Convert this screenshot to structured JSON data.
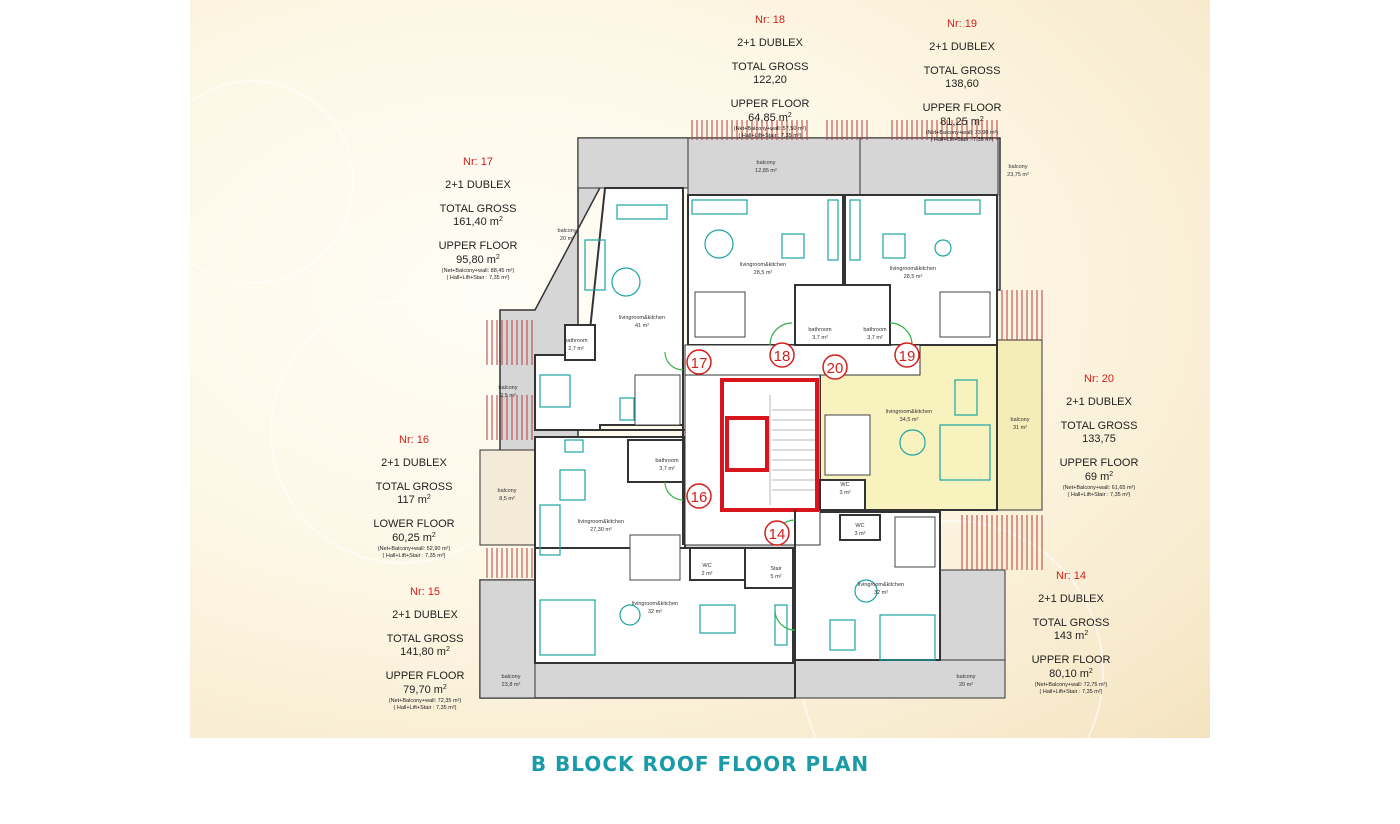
{
  "title": "B BLOCK ROOF FLOOR PLAN",
  "units": [
    {
      "key": "u18",
      "nr": "Nr: 18",
      "type": "2+1 DUBLEX",
      "total_label": "TOTAL  GROSS",
      "total": "122,20",
      "floor_label": "UPPER FLOOR",
      "floor_area": "64,85 m",
      "note1": "(Net+Balcony+wall: 57,50 m²)",
      "note2": "( Hall+Lift+Stair : 7,35 m²)"
    },
    {
      "key": "u19",
      "nr": "Nr: 19",
      "type": "2+1 DUBLEX",
      "total_label": "TOTAL  GROSS",
      "total": "138,60",
      "floor_label": "UPPER FLOOR",
      "floor_area": "81,25 m",
      "note1": "(Net+Balcony+wall: 73,90 m²)",
      "note2": "( Hall+Lift+Stair : 7,35 m²)"
    },
    {
      "key": "u17",
      "nr": "Nr: 17",
      "type": "2+1 DUBLEX",
      "total_label": "TOTAL  GROSS",
      "total": "161,40 m",
      "floor_label": "UPPER FLOOR",
      "floor_area": "95,80 m",
      "note1": "(Net+Balcony+wall: 88,45 m²)",
      "note2": "( Hall+Lift+Stair : 7,35 m²)"
    },
    {
      "key": "u20",
      "nr": "Nr: 20",
      "type": "2+1 DUBLEX",
      "total_label": "TOTAL  GROSS",
      "total": "133,75",
      "floor_label": "UPPER FLOOR",
      "floor_area": "69  m",
      "note1": "(Net+Balcony+wall: 61,65 m²)",
      "note2": "( Hall+Lift+Stair : 7,35 m²)"
    },
    {
      "key": "u16",
      "nr": "Nr: 16",
      "type": "2+1 DUBLEX",
      "total_label": "TOTAL  GROSS",
      "total": "117  m",
      "floor_label": "LOWER FLOOR",
      "floor_area": "60,25 m",
      "note1": "(Net+Balcony+wall: 52,90 m²)",
      "note2": "( Hall+Lift+Stair : 7,35 m²)"
    },
    {
      "key": "u15",
      "nr": "Nr: 15",
      "type": "2+1 DUBLEX",
      "total_label": "TOTAL  GROSS",
      "total": "141,80 m",
      "floor_label": "UPPER FLOOR",
      "floor_area": "79,70 m",
      "note1": "(Net+Balcony+wall: 72,35 m²)",
      "note2": "( Hall+Lift+Stair : 7,35 m²)"
    },
    {
      "key": "u14",
      "nr": "Nr: 14",
      "type": "2+1 DUBLEX",
      "total_label": "TOTAL  GROSS",
      "total": "143  m",
      "floor_label": "UPPER FLOOR",
      "floor_area": "80,10 m",
      "note1": "(Net+Balcony+wall: 72,75 m²)",
      "note2": "( Hall+Lift+Stair : 7,35 m²)"
    }
  ],
  "markers": [
    "17",
    "18",
    "20",
    "19",
    "16",
    "14"
  ],
  "rooms": {
    "balcony": "balcony",
    "livingroom": "livingroom&kitchen",
    "bathroom": "bathroom",
    "wc": "WC",
    "stair": "Stair",
    "a_12_85": "12,85 m²",
    "a_23_75": "23,75 m²",
    "a_20": "20  m²",
    "a_41": "41 m²",
    "a_28_5": "28,5 m²",
    "a_3_7": "3,7 m²",
    "a_2_7": "2,7 m²",
    "a_2_5": "2,5 m²",
    "a_34_5": "34,5 m²",
    "a_31": "31 m²",
    "a_8_5": "8,5 m²",
    "a_27_30": "27,30 m²",
    "a_3": "3 m²",
    "a_2": "2 m²",
    "a_5": "5 m²",
    "a_32": "32 m²",
    "a_23_8": "23,8 m²"
  },
  "colors": {
    "wall": "#333333",
    "balcony": "#d6d6d6",
    "highlight": "#f8f2bf",
    "core": "#d8141c",
    "furniture": "#1aa5a3",
    "railing": "#b93a3a",
    "title": "#1a9ba8",
    "marker": "#d4201c"
  }
}
